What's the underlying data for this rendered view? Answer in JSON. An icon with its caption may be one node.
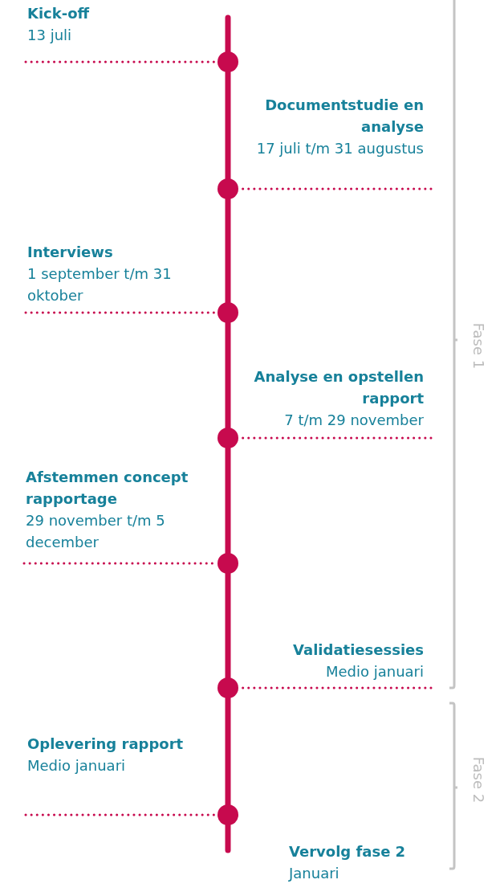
{
  "diagram": {
    "nodes": [
      {
        "text": [
          "Kick-off",
          "13 juli"
        ]
      },
      {
        "text": [],
        "shape": "circle"
      },
      {
        "text": [
          "Documentstudie en analyse",
          "17 juli t/m 31 augustus"
        ]
      },
      {
        "text": [],
        "shape": "circle"
      },
      {
        "text": [
          "Interviews",
          "1 september t/m 31 oktober"
        ]
      },
      {
        "text": [],
        "shape": "circle"
      },
      {
        "text": [
          "Analyse en opstellen rapport",
          "7 t/m 29 november"
        ]
      },
      {
        "text": [],
        "shape": "circle"
      },
      {
        "text": [
          "Afstemmen concept rapportage",
          "29 november t/m 5 december"
        ]
      },
      {
        "text": [],
        "shape": "circle"
      },
      {
        "text": [
          "Validatiesessies",
          "Medio januari"
        ]
      },
      {
        "text": [],
        "shape": "circle"
      },
      {
        "text": [
          "Oplevering rapport",
          "Medio januari"
        ]
      },
      {
        "text": [],
        "shape": "circle"
      },
      {
        "text": [
          "Vervolg fase 2",
          "Januari"
        ]
      }
    ],
    "edges": [
      {
        "from": 0,
        "to": 1,
        "arrow": "none",
        "style": "dashed"
      },
      {
        "from": 2,
        "to": 3,
        "arrow": "none",
        "style": "dashed"
      },
      {
        "from": 4,
        "to": 5,
        "arrow": "none",
        "style": "dashed"
      },
      {
        "from": 6,
        "to": 7,
        "arrow": "none",
        "style": "dashed"
      },
      {
        "from": 8,
        "to": 9,
        "arrow": "none",
        "style": "dashed"
      },
      {
        "from": 10,
        "to": 11,
        "arrow": "none",
        "style": "dashed"
      },
      {
        "from": 12,
        "to": 13,
        "arrow": "none",
        "style": "dashed"
      },
      {
        "from": 1,
        "to": 3,
        "arrow": "none",
        "style": "thick"
      },
      {
        "from": 3,
        "to": 5,
        "arrow": "none",
        "style": "thick"
      },
      {
        "from": 5,
        "to": 7,
        "arrow": "none",
        "style": "thick"
      },
      {
        "from": 7,
        "to": 9,
        "arrow": "none",
        "style": "thick"
      },
      {
        "from": 9,
        "to": 11,
        "arrow": "none",
        "style": "thick"
      },
      {
        "from": 11,
        "to": 13,
        "arrow": "none",
        "style": "thick"
      }
    ],
    "labels": [
      "Fase 1",
      "Fase 2"
    ]
  }
}
